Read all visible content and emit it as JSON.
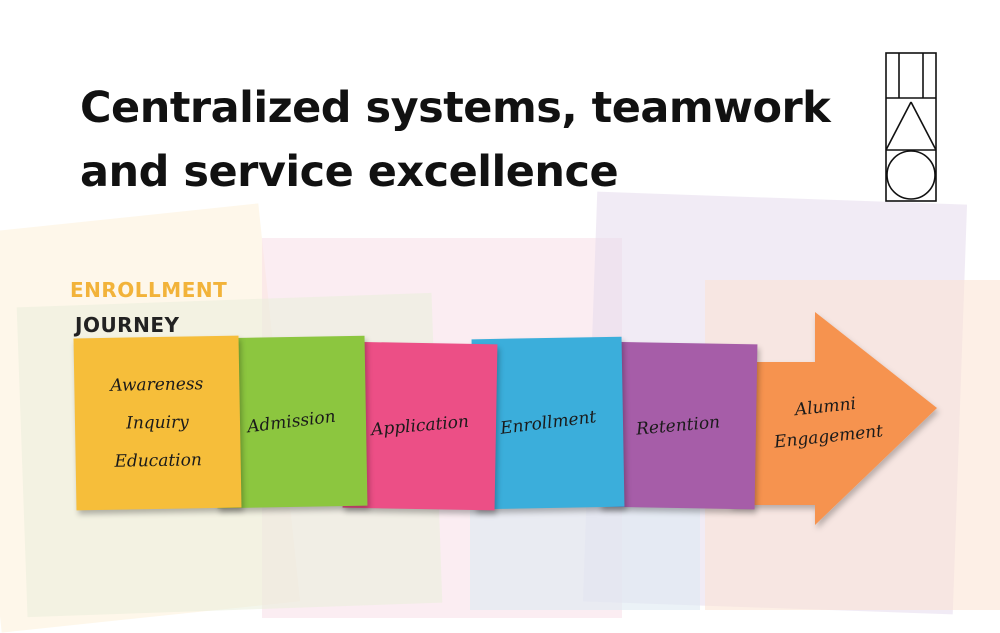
{
  "title": {
    "line1": "Centralized systems, teamwork",
    "line2": "and service excellence"
  },
  "journey_label": {
    "line1": "ENROLLMENT",
    "line2": "JOURNEY"
  },
  "stages": [
    {
      "name": "awareness",
      "lines": [
        "Awareness",
        "Inquiry",
        "Education"
      ],
      "color": "#F6BE3A"
    },
    {
      "name": "admission",
      "lines": [
        "Admission"
      ],
      "color": "#8CC63F"
    },
    {
      "name": "application",
      "lines": [
        "Application"
      ],
      "color": "#EC4F86"
    },
    {
      "name": "enrollment",
      "lines": [
        "Enrollment"
      ],
      "color": "#3BAEDB"
    },
    {
      "name": "retention",
      "lines": [
        "Retention"
      ],
      "color": "#A65DA8"
    }
  ],
  "final_stage": {
    "name": "alumni",
    "lines": [
      "Alumni",
      "Engagement"
    ],
    "color": "#F69350"
  },
  "colors": {
    "title": "#111111",
    "label_accent": "#F2B33A",
    "label_dark": "#222222"
  },
  "logo_icon": "geometric-monogram-icon"
}
